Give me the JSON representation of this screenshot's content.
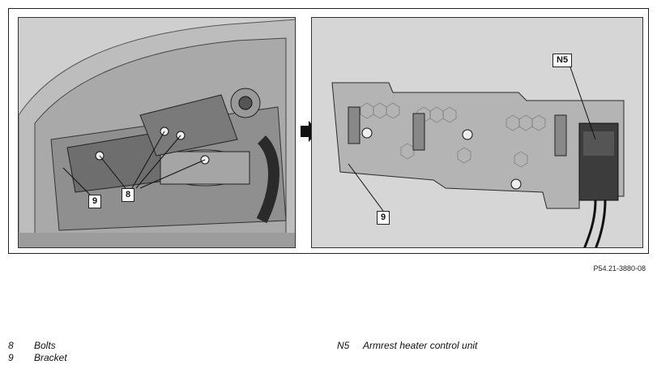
{
  "figure": {
    "reference_code": "P54.21-3880-08",
    "callouts": {
      "left_bolts": "8",
      "left_bracket": "9",
      "right_control_unit": "N5",
      "right_bracket": "9"
    }
  },
  "legend": {
    "items_left": [
      {
        "num": "8",
        "label": "Bolts"
      },
      {
        "num": "9",
        "label": "Bracket"
      }
    ],
    "items_right": [
      {
        "num": "N5",
        "label": "Armrest heater control unit"
      }
    ]
  },
  "colors": {
    "panel_bg": "#d7d7d7",
    "metal_dark": "#4a4a4a",
    "metal_mid": "#8a8a8a",
    "highlight": "#ffffff"
  }
}
